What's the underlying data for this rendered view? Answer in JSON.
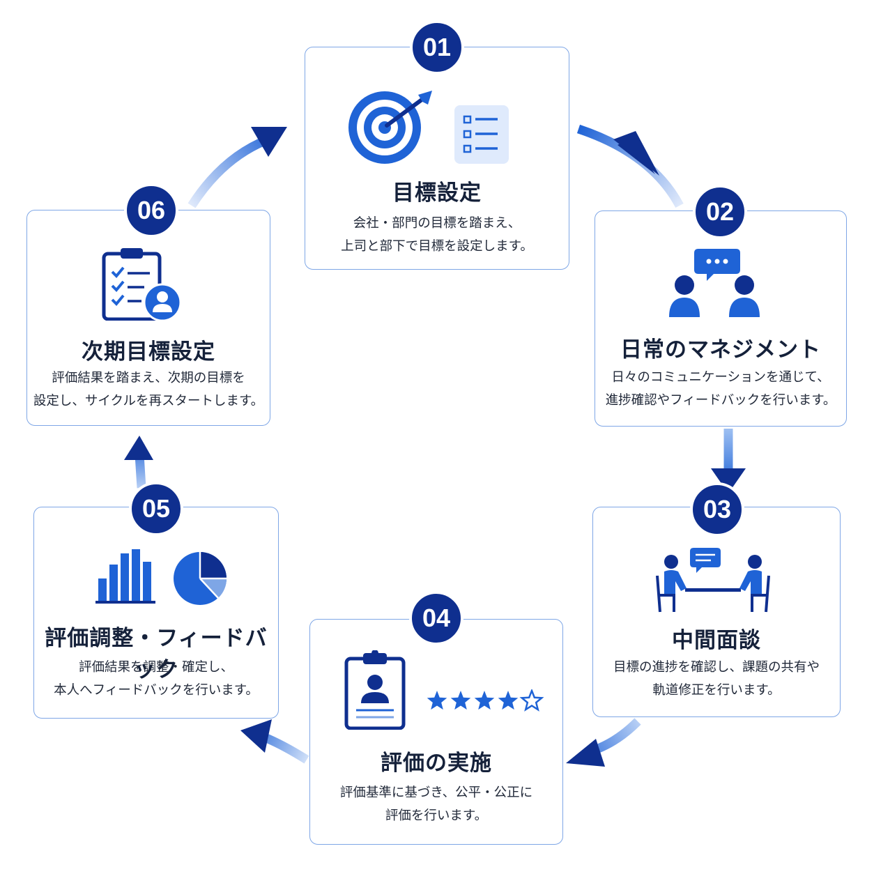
{
  "colors": {
    "navy": "#0f2f8f",
    "blue": "#1f63d6",
    "light_blue": "#dfeafc",
    "card_border": "#7ea6e6"
  },
  "steps": [
    {
      "number": "01",
      "title": "目標設定",
      "desc_line1": "会社・部門の目標を踏まえ、",
      "desc_line2": "上司と部下で目標を設定します。",
      "icons": [
        "target-icon",
        "checklist-icon"
      ]
    },
    {
      "number": "02",
      "title": "日常のマネジメント",
      "desc_line1": "日々のコミュニケーションを通じて、",
      "desc_line2": "進捗確認やフィードバックを行います。",
      "icons": [
        "conversation-icon"
      ]
    },
    {
      "number": "03",
      "title": "中間面談",
      "desc_line1": "目標の進捗を確認し、課題の共有や",
      "desc_line2": "軌道修正を行います。",
      "icons": [
        "meeting-icon"
      ]
    },
    {
      "number": "04",
      "title": "評価の実施",
      "desc_line1": "評価基準に基づき、公平・公正に",
      "desc_line2": "評価を行います。",
      "icons": [
        "clipboard-person-icon",
        "star-rating-icon"
      ],
      "rating": {
        "filled": 4,
        "total": 5
      }
    },
    {
      "number": "05",
      "title": "評価調整・フィードバック",
      "desc_line1": "評価結果を調整・確定し、",
      "desc_line2": "本人へフィードバックを行います。",
      "icons": [
        "bar-chart-icon",
        "pie-chart-icon"
      ]
    },
    {
      "number": "06",
      "title": "次期目標設定",
      "desc_line1": "評価結果を踏まえ、次期の目標を",
      "desc_line2": "設定し、サイクルを再スタートします。",
      "icons": [
        "clipboard-user-icon"
      ]
    }
  ]
}
